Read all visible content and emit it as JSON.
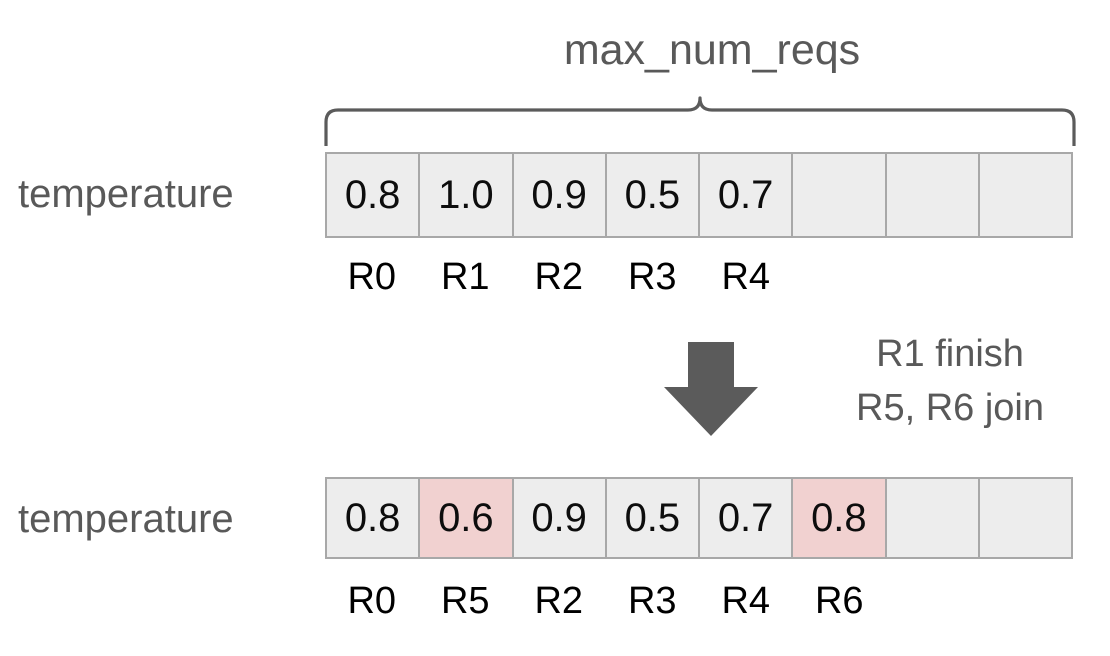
{
  "diagram": {
    "brace_caption": "max_num_reqs",
    "event_note": {
      "line1": "R1 finish",
      "line2": "R5, R6 join"
    },
    "arrow": {
      "icon": "arrow-down-icon",
      "color": "#5b5b5b"
    },
    "colors": {
      "cell_fill": "#ededed",
      "cell_highlight": "#f1d1d0",
      "cell_border": "#a8a8a8",
      "label_gray": "#595959",
      "value_text": "#0d0d0d"
    },
    "rows": [
      {
        "label": "temperature",
        "num_slots": 8,
        "cells": [
          {
            "value": "0.8",
            "highlight": false
          },
          {
            "value": "1.0",
            "highlight": false
          },
          {
            "value": "0.9",
            "highlight": false
          },
          {
            "value": "0.5",
            "highlight": false
          },
          {
            "value": "0.7",
            "highlight": false
          },
          {
            "value": "",
            "highlight": false
          },
          {
            "value": "",
            "highlight": false
          },
          {
            "value": "",
            "highlight": false
          }
        ],
        "ids": [
          "R0",
          "R1",
          "R2",
          "R3",
          "R4",
          "",
          "",
          ""
        ]
      },
      {
        "label": "temperature",
        "num_slots": 8,
        "cells": [
          {
            "value": "0.8",
            "highlight": false
          },
          {
            "value": "0.6",
            "highlight": true
          },
          {
            "value": "0.9",
            "highlight": false
          },
          {
            "value": "0.5",
            "highlight": false
          },
          {
            "value": "0.7",
            "highlight": false
          },
          {
            "value": "0.8",
            "highlight": true
          },
          {
            "value": "",
            "highlight": false
          },
          {
            "value": "",
            "highlight": false
          }
        ],
        "ids": [
          "R0",
          "R5",
          "R2",
          "R3",
          "R4",
          "R6",
          "",
          ""
        ]
      }
    ]
  }
}
